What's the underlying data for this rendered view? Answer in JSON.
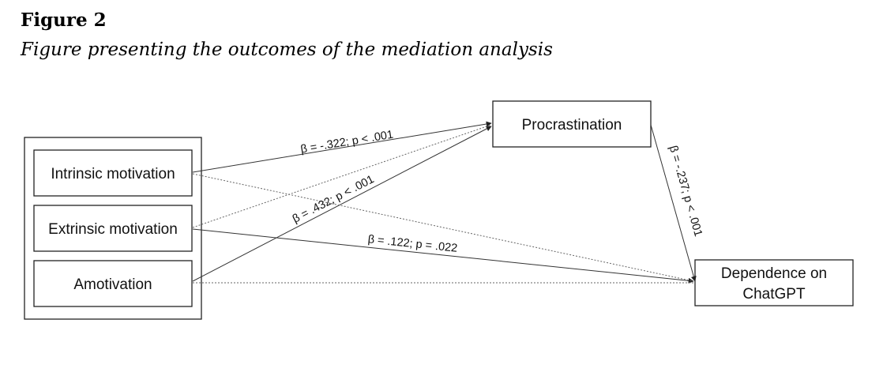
{
  "figure": {
    "label": "Figure 2",
    "caption": "Figure presenting the outcomes of the mediation analysis"
  },
  "nodes": {
    "intrinsic": "Intrinsic motivation",
    "extrinsic": "Extrinsic motivation",
    "amotivation": "Amotivation",
    "procrastination": "Procrastination",
    "dependence_line1": "Dependence on",
    "dependence_line2": "ChatGPT"
  },
  "paths": {
    "intrinsic_to_procrastination": "β = -.322; p < .001",
    "amotivation_to_procrastination": "β = .432; p < .001",
    "procrastination_to_dependence": "β = -.237; p < .001",
    "extrinsic_to_dependence": "β = .122; p = .022"
  },
  "colors": {
    "line": "#333333",
    "dashed_line": "#666666",
    "box_border": "#222222"
  }
}
